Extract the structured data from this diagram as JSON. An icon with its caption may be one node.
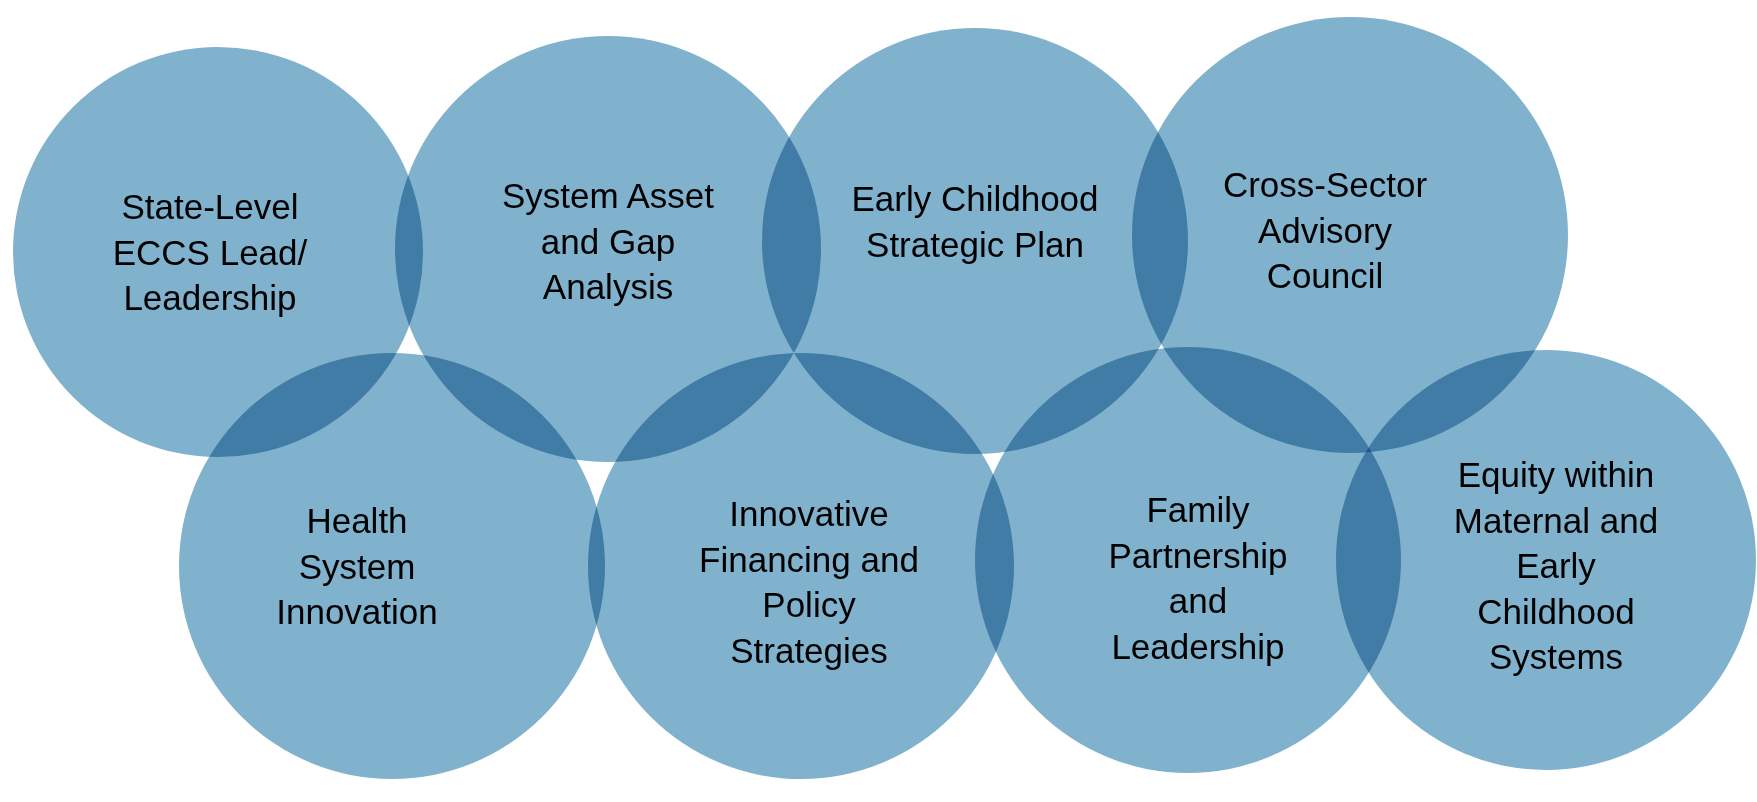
{
  "diagram": {
    "nodes": [
      {
        "text": [
          "State-Level ECCS Lead/ Leadership"
        ]
      },
      {
        "text": [
          "System Asset and Gap Analysis"
        ]
      },
      {
        "text": [
          "Early Childhood Strategic Plan"
        ]
      },
      {
        "text": [
          "Cross-Sector Advisory Council"
        ]
      },
      {
        "text": [
          "Health System Innovation"
        ]
      },
      {
        "text": [
          "Innovative Financing and Policy Strategies"
        ]
      },
      {
        "text": [
          "Family Partnership and Leadership"
        ]
      },
      {
        "text": [
          "Equity within Maternal and Early Childhood Systems"
        ]
      }
    ]
  }
}
